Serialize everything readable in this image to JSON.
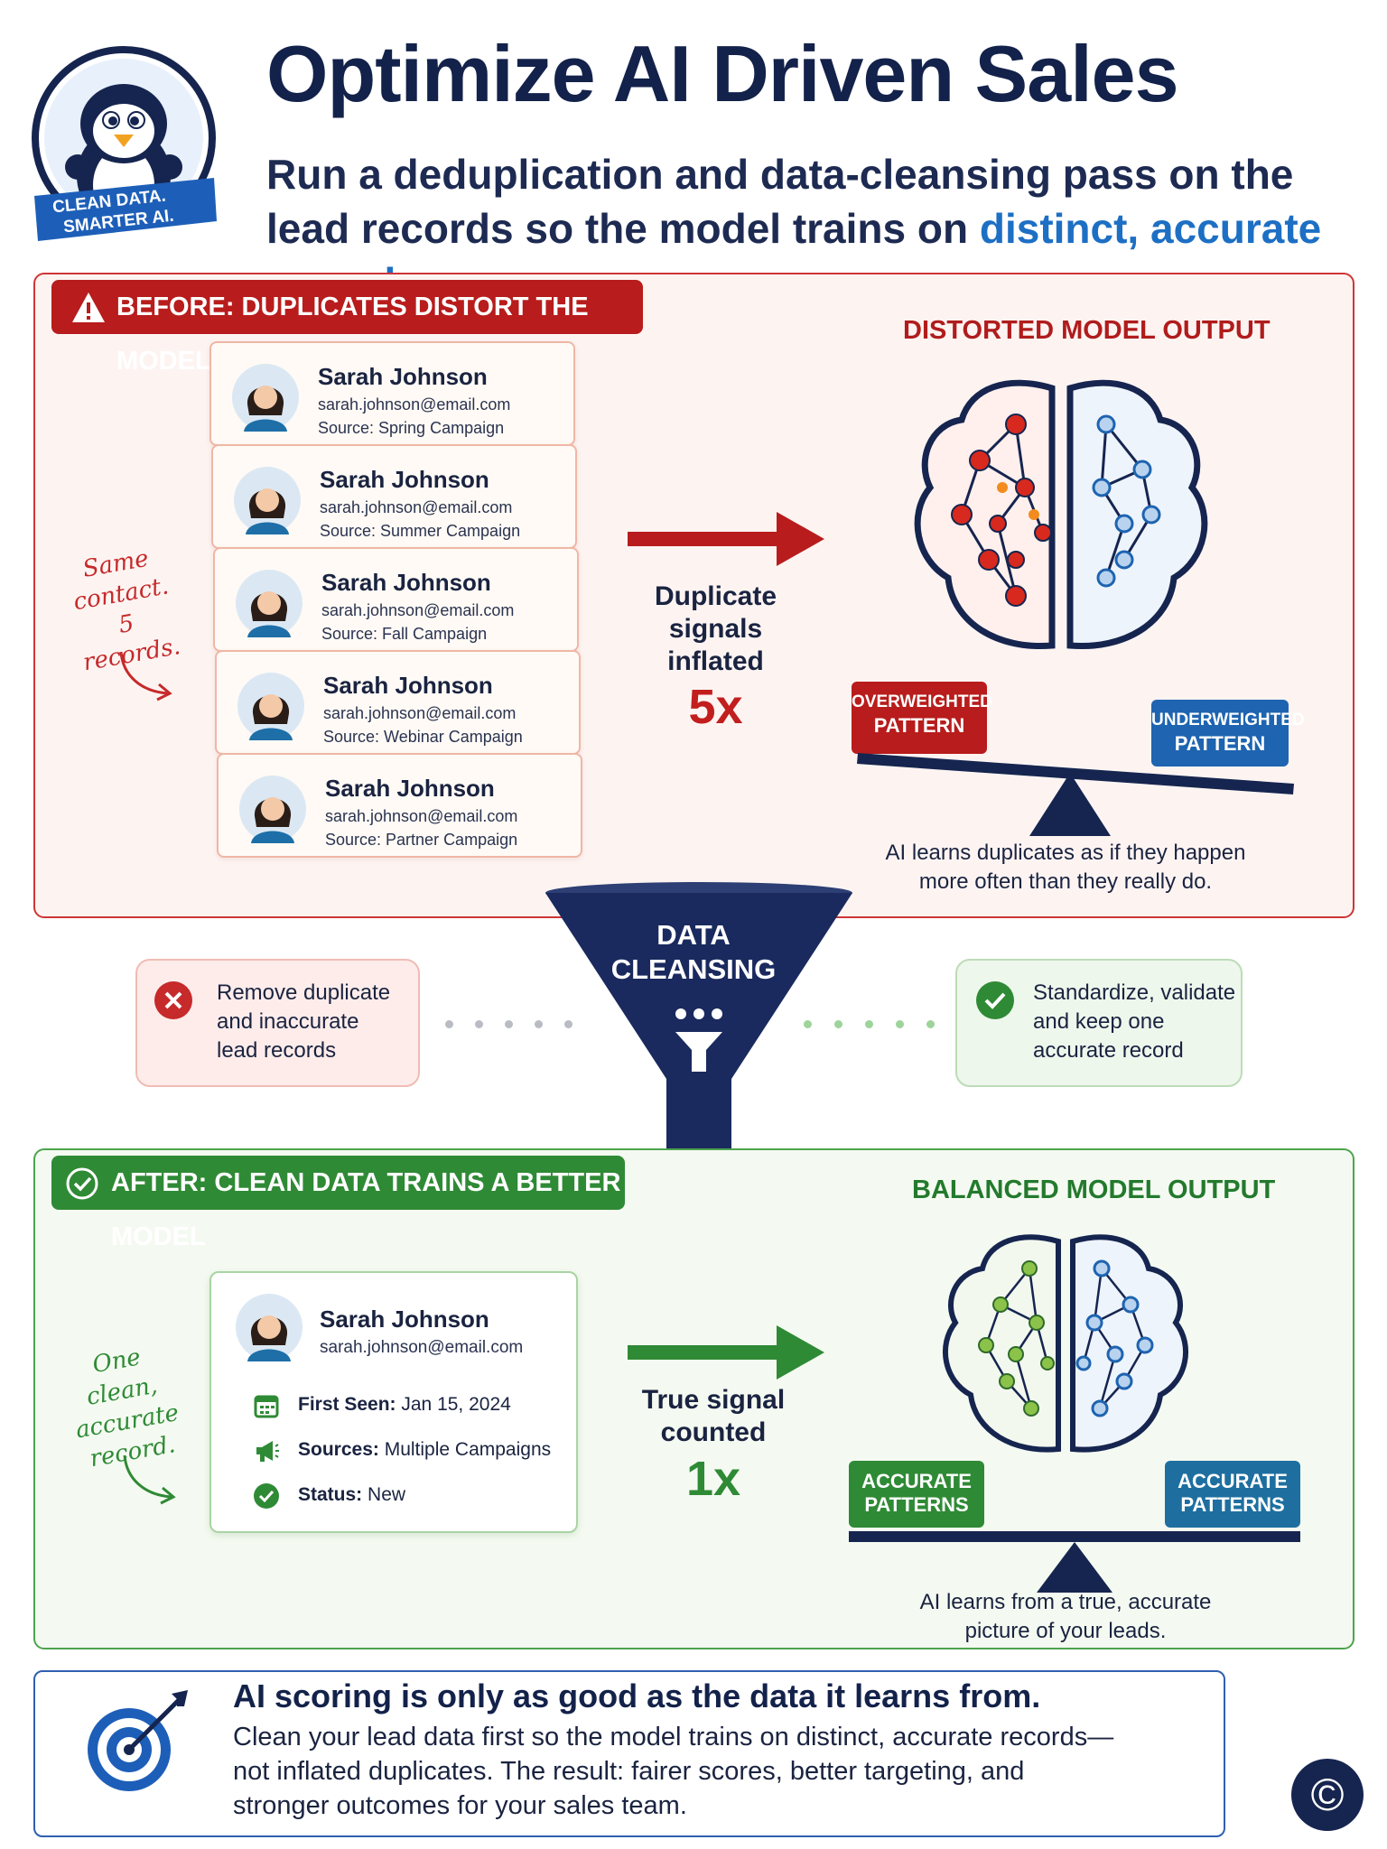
{
  "header": {
    "title": "Optimize AI Driven Sales",
    "subtitle_lead": "Run a deduplication and data-cleansing pass on the lead records so the model trains on",
    "subtitle_highlight": "distinct, accurate records",
    "badge_line1": "CLEAN DATA.",
    "badge_line2": "SMARTER AI."
  },
  "before": {
    "banner": "BEFORE: DUPLICATES DISTORT THE MODEL",
    "annotation_line1": "Same",
    "annotation_line2": "contact.",
    "annotation_line3": "5 records.",
    "records": [
      {
        "name": "Sarah Johnson",
        "email": "sarah.johnson@email.com",
        "source": "Source: Spring Campaign"
      },
      {
        "name": "Sarah Johnson",
        "email": "sarah.johnson@email.com",
        "source": "Source: Summer Campaign"
      },
      {
        "name": "Sarah Johnson",
        "email": "sarah.johnson@email.com",
        "source": "Source: Fall Campaign"
      },
      {
        "name": "Sarah Johnson",
        "email": "sarah.johnson@email.com",
        "source": "Source: Webinar Campaign"
      },
      {
        "name": "Sarah Johnson",
        "email": "sarah.johnson@email.com",
        "source": "Source: Partner Campaign"
      }
    ],
    "signal_line1": "Duplicate",
    "signal_line2": "signals",
    "signal_line3": "inflated",
    "multiplier": "5x",
    "output_title": "DISTORTED MODEL OUTPUT",
    "tag_left_line1": "OVERWEIGHTED",
    "tag_left_line2": "PATTERN",
    "tag_right_line1": "UNDERWEIGHTED",
    "tag_right_line2": "PATTERN",
    "caption_line1": "AI learns duplicates as if they happen",
    "caption_line2": "more often than they really do."
  },
  "middle": {
    "funnel_line1": "DATA",
    "funnel_line2": "CLEANSING",
    "remove_line1": "Remove duplicate",
    "remove_line2": "and inaccurate",
    "remove_line3": "lead records",
    "keep_line1": "Standardize, validate",
    "keep_line2": "and keep one",
    "keep_line3": "accurate record"
  },
  "after": {
    "banner": "AFTER: CLEAN DATA TRAINS A BETTER MODEL",
    "annotation_line1": "One clean,",
    "annotation_line2": "accurate",
    "annotation_line3": "record.",
    "record": {
      "name": "Sarah Johnson",
      "email": "sarah.johnson@email.com",
      "first_seen_label": "First Seen:",
      "first_seen_value": "Jan 15, 2024",
      "sources_label": "Sources:",
      "sources_value": "Multiple Campaigns",
      "status_label": "Status:",
      "status_value": "New"
    },
    "signal_line1": "True signal",
    "signal_line2": "counted",
    "multiplier": "1x",
    "output_title": "BALANCED MODEL OUTPUT",
    "tag_left_line1": "ACCURATE",
    "tag_left_line2": "PATTERNS",
    "tag_right_line1": "ACCURATE",
    "tag_right_line2": "PATTERNS",
    "caption_line1": "AI learns from a true, accurate",
    "caption_line2": "picture of your leads."
  },
  "footer": {
    "headline": "AI scoring is only as good as the data it learns from.",
    "body_line1": "Clean your lead data first so the model trains on distinct, accurate records—",
    "body_line2": "not inflated duplicates. The result: fairer scores, better targeting, and",
    "body_line3": "stronger outcomes for your sales team.",
    "copyright_symbol": "©"
  },
  "colors": {
    "navy": "#13224a",
    "red": "#b81c1c",
    "green": "#2f8a35",
    "blue": "#1e64b0",
    "highlight": "#1d6fc4"
  }
}
